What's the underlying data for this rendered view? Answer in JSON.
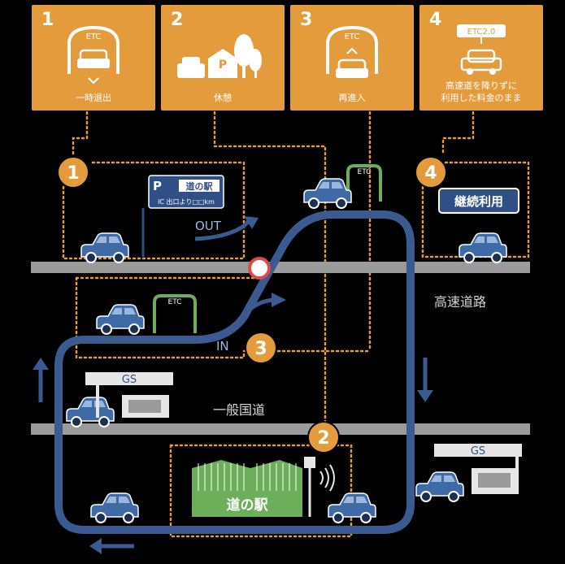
{
  "steps": [
    {
      "num": "1",
      "caption": "一時退出",
      "gate": "ETC"
    },
    {
      "num": "2",
      "caption": "休憩",
      "parking": "P"
    },
    {
      "num": "3",
      "caption": "再進入",
      "gate": "ETC"
    },
    {
      "num": "4",
      "caption_line1": "高速道を降りずに",
      "caption_line2": "利用した料金のまま",
      "badge": "ETC2.0"
    }
  ],
  "diagram": {
    "markers": [
      "1",
      "2",
      "3",
      "4"
    ],
    "sign_left": "P",
    "sign_right": "道の駅",
    "sign_sub": "IC 出口より□□km",
    "out_label": "OUT",
    "in_label": "IN",
    "gate_label": "ETC",
    "expressway_label": "高速道路",
    "general_road_label": "一般国道",
    "continue_label": "継続利用",
    "gs_label": "GS",
    "michinoeki_label": "道の駅"
  },
  "colors": {
    "orange": "#e39b3c",
    "road_blue": "#3a5a90",
    "gray_road": "#9b9b9b",
    "gate_green": "#6cae5a",
    "car_blue": "#3e6aa6",
    "michinoeki_green": "#6cae5a"
  }
}
